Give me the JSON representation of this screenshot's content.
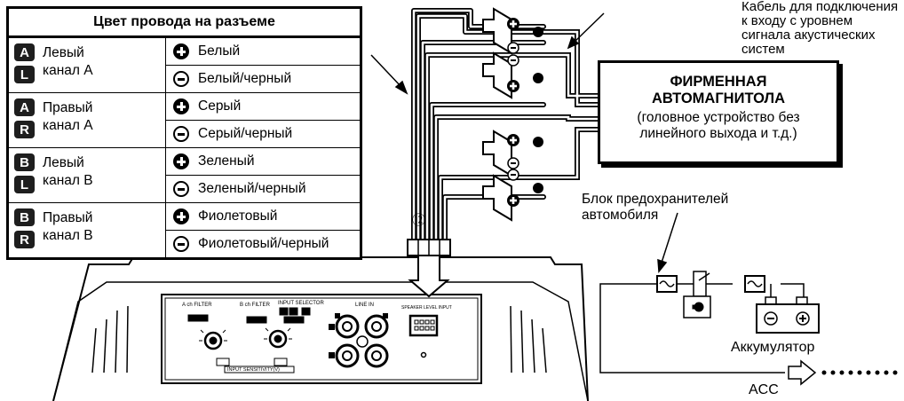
{
  "wire_table": {
    "title": "Цвет провода на разъеме",
    "channels": [
      {
        "badges": [
          "A",
          "L"
        ],
        "name": "Левый канал A",
        "wires": [
          {
            "sign": "plus",
            "color": "Белый"
          },
          {
            "sign": "minus",
            "color": "Белый/черный"
          }
        ]
      },
      {
        "badges": [
          "A",
          "R"
        ],
        "name": "Правый канал A",
        "wires": [
          {
            "sign": "plus",
            "color": "Серый"
          },
          {
            "sign": "minus",
            "color": "Серый/черный"
          }
        ]
      },
      {
        "badges": [
          "B",
          "L"
        ],
        "name": "Левый канал B",
        "wires": [
          {
            "sign": "plus",
            "color": "Зеленый"
          },
          {
            "sign": "minus",
            "color": "Зеленый/черный"
          }
        ]
      },
      {
        "badges": [
          "B",
          "R"
        ],
        "name": "Правый канал B",
        "wires": [
          {
            "sign": "plus",
            "color": "Фиолетовый"
          },
          {
            "sign": "minus",
            "color": "Фиолетовый/черный"
          }
        ]
      }
    ]
  },
  "cable_label": "Кабель для подключения к входу с уровнем сигнала акустических систем",
  "head_unit": {
    "title": "ФИРМЕННАЯ АВТОМАГНИТОЛА",
    "description": "(головное устройство без линейного выхода и т.д.)"
  },
  "fuse_label": "Блок предохранителей автомобиля",
  "battery_label": "Аккумулятор",
  "acc_label": "ACC",
  "connector_number": "⑫",
  "amp_panel": {
    "a_filter": "A ch FILTER",
    "b_filter": "B ch FILTER",
    "input_selector": "INPUT SELECTOR",
    "line_in": "LINE IN",
    "speaker_level_input": "SPEAKER LEVEL INPUT",
    "input_sensitivity": "INPUT SENSITIVITY(V)"
  }
}
